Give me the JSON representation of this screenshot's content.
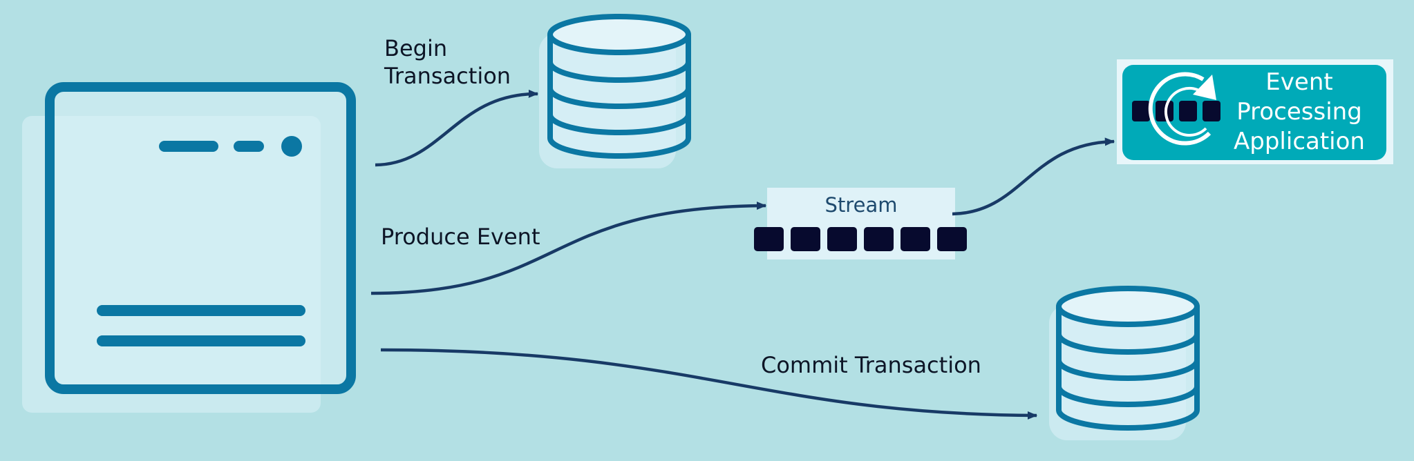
{
  "labels": {
    "begin_transaction_line1": "Begin",
    "begin_transaction_line2": "Transaction",
    "produce_event": "Produce Event",
    "commit_transaction": "Commit Transaction"
  },
  "stream": {
    "title": "Stream",
    "event_count": 6
  },
  "event_app": {
    "line1": "Event",
    "line2": "Processing",
    "line3": "Application"
  },
  "colors": {
    "background": "#b3e0e4",
    "icon_stroke": "#0b77a3",
    "icon_fill": "#d9f0f6",
    "arrow": "#183a66",
    "event_block": "#070a2e",
    "app_fill": "#00aab8"
  }
}
